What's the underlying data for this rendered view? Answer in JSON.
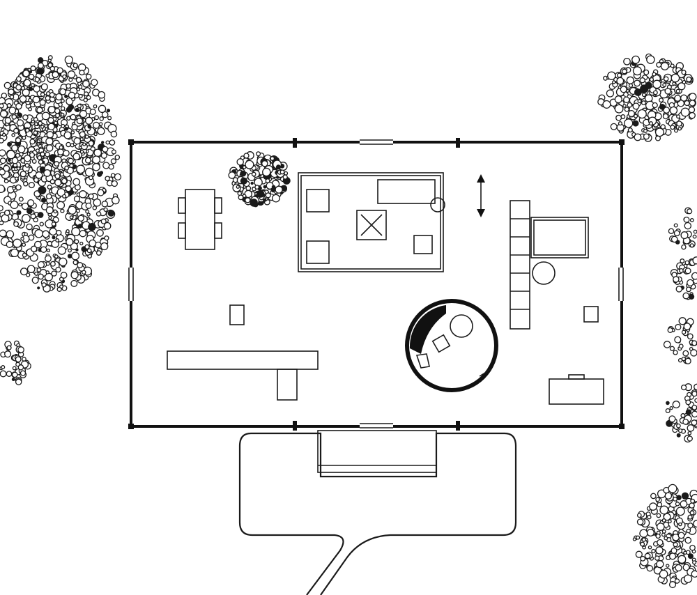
{
  "drawing": {
    "kind": "architectural floor plan",
    "style": "black line drawing on white",
    "colors": {
      "line": "#1a1a1a",
      "background": "#ffffff"
    },
    "elements": [
      "house-outline",
      "dining-table",
      "kitchen-counter",
      "sitting-area-rug",
      "bed-block",
      "storage-cabinet-wall",
      "bathroom-cylinder",
      "driveway-path",
      "entrance-steps",
      "trees"
    ]
  }
}
